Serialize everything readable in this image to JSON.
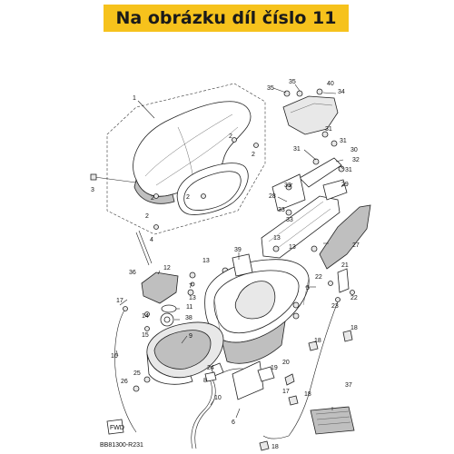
{
  "banner": {
    "text": "Na obrázku díl číslo 11",
    "background": "#f6c21c"
  },
  "diagram": {
    "code": "BB81300-R231",
    "label_fwd": "FWD",
    "callouts": [
      "1",
      "2",
      "3",
      "4",
      "5",
      "6",
      "7",
      "8",
      "9",
      "10",
      "11",
      "12",
      "13",
      "14",
      "15",
      "16",
      "17",
      "18",
      "19",
      "20",
      "21",
      "22",
      "23",
      "24",
      "25",
      "26",
      "27",
      "28",
      "29",
      "30",
      "31",
      "32",
      "33",
      "34",
      "35",
      "36",
      "37",
      "38",
      "39",
      "40"
    ]
  }
}
